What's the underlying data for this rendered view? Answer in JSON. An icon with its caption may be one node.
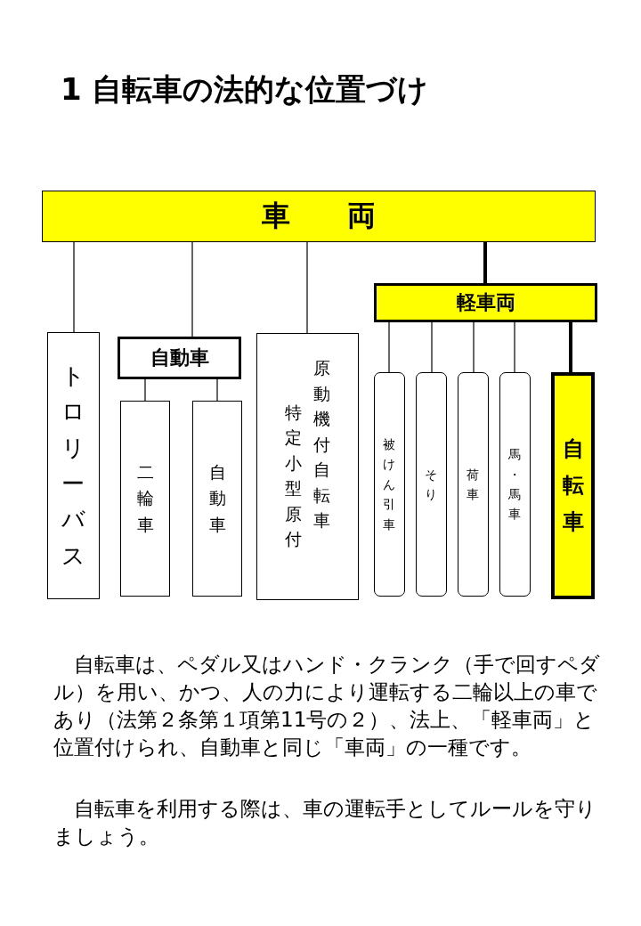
{
  "diagram": {
    "title": "1 自転車の法的な位置づけ",
    "nodes": [
      {
        "text": [
          "車　　両"
        ]
      },
      {
        "text": [
          "トロリーバス"
        ]
      },
      {
        "text": [
          "自動車"
        ]
      },
      {
        "text": [
          "二輪車"
        ]
      },
      {
        "text": [
          "自動車"
        ]
      },
      {
        "text": [
          "特定小型原付",
          "原動機付自転車"
        ]
      },
      {
        "text": [
          "軽車両"
        ]
      },
      {
        "text": [
          "被けん引車"
        ]
      },
      {
        "text": [
          "そり"
        ]
      },
      {
        "text": [
          "荷車"
        ]
      },
      {
        "text": [
          "馬・馬車"
        ]
      },
      {
        "text": [
          "自転車"
        ]
      }
    ],
    "edges": [
      {
        "from": 0,
        "to": 1,
        "arrow": "none"
      },
      {
        "from": 0,
        "to": 2,
        "arrow": "none"
      },
      {
        "from": 0,
        "to": 5,
        "arrow": "none"
      },
      {
        "from": 0,
        "to": 6,
        "arrow": "none",
        "style": "thick"
      },
      {
        "from": 2,
        "to": 3,
        "arrow": "none"
      },
      {
        "from": 2,
        "to": 4,
        "arrow": "none"
      },
      {
        "from": 6,
        "to": 7,
        "arrow": "none"
      },
      {
        "from": 6,
        "to": 8,
        "arrow": "none"
      },
      {
        "from": 6,
        "to": 9,
        "arrow": "none"
      },
      {
        "from": 6,
        "to": 10,
        "arrow": "none"
      },
      {
        "from": 6,
        "to": 11,
        "arrow": "none",
        "style": "thick"
      }
    ],
    "labels": [
      "自転車は、ペダル又はハンド・クランク（手で回すペダル）を用い、かつ、人の力により運転する二輪以上の車であり（法第２条第１項第11号の２）、法上、「軽車両」と位置付けられ、自動車と同じ「車両」の一種です。",
      "自転車を利用する際は、車の運転手としてルールを守りましょう。"
    ]
  }
}
